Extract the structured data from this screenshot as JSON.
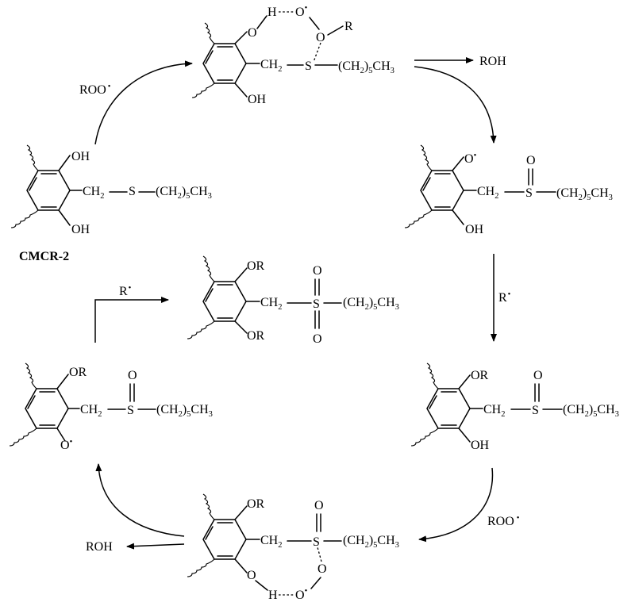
{
  "labels": {
    "compound_name": "CMCR-2",
    "roo_radical_1": "ROO",
    "roo_radical_2": "ROO",
    "roh_1": "ROH",
    "roh_2": "ROH",
    "r_radical_1": "R",
    "r_radical_2": "R"
  },
  "atoms": {
    "OH": "OH",
    "OR": "OR",
    "O": "O",
    "S": "S",
    "H": "H",
    "R": "R",
    "CH": "CH",
    "sub2": "2",
    "sub5": "5",
    "sub3": "3",
    "chain_open": "(CH",
    "chain_close": ")",
    "chain_tail": "CH",
    "radical_dot": "•"
  }
}
